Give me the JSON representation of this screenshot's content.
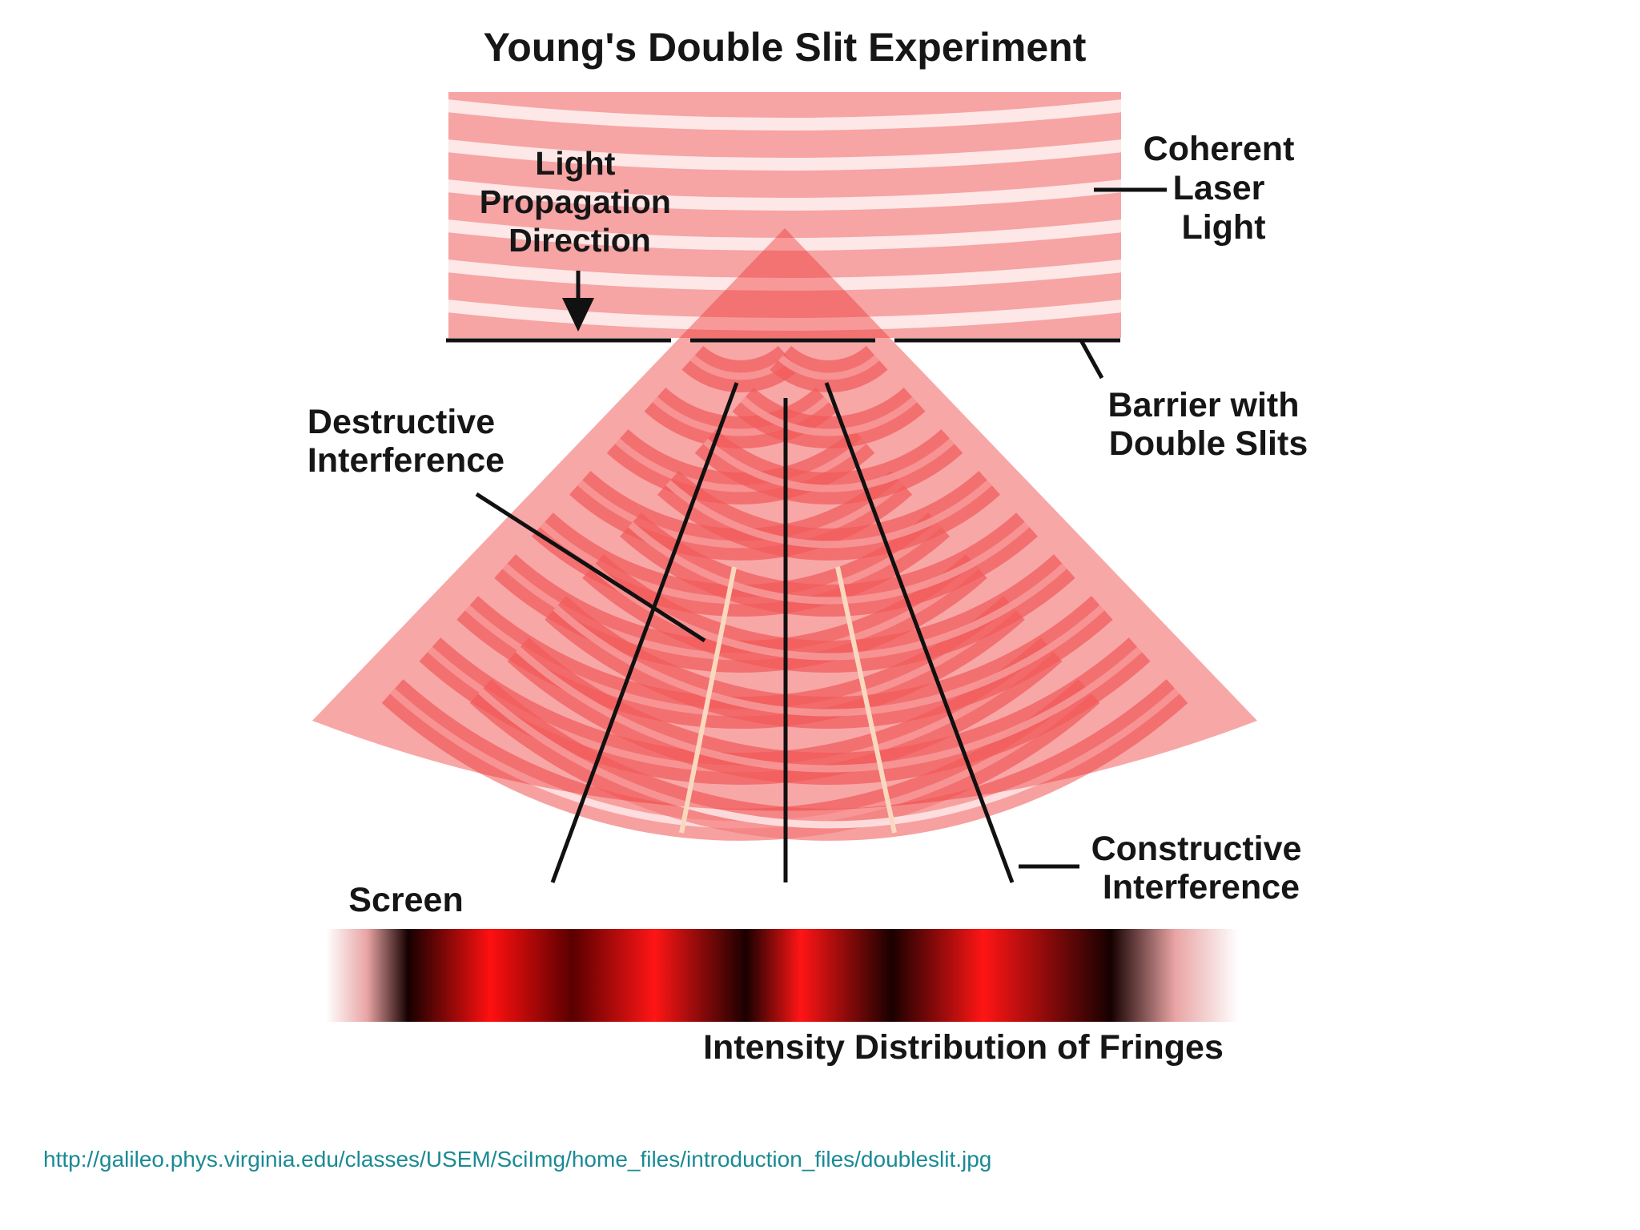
{
  "title": "Young's Double Slit Experiment",
  "labels": {
    "light_propagation": [
      "Light",
      "Propagation",
      "Direction"
    ],
    "coherent_laser": [
      "Coherent",
      "Laser",
      "Light"
    ],
    "barrier": [
      "Barrier with",
      "Double Slits"
    ],
    "destructive": [
      "Destructive",
      "Interference"
    ],
    "constructive": [
      "Constructive",
      "Interference"
    ],
    "screen": "Screen",
    "intensity": "Intensity Distribution of Fringes"
  },
  "source_url": "http://galileo.phys.virginia.edu/classes/USEM/SciImg/home_files/introduction_files/doubleslit.jpg",
  "colors": {
    "wave_band": "#f47c7c",
    "wave_light": "#fde3e3",
    "constructive_overlap": "#ee2e2e",
    "fringe_bright": "#ff1212",
    "fringe_dark": "#1a0000",
    "guide_line": "#111111",
    "destructive_line": "#f8d9bf",
    "source_link": "#1a8a94"
  }
}
